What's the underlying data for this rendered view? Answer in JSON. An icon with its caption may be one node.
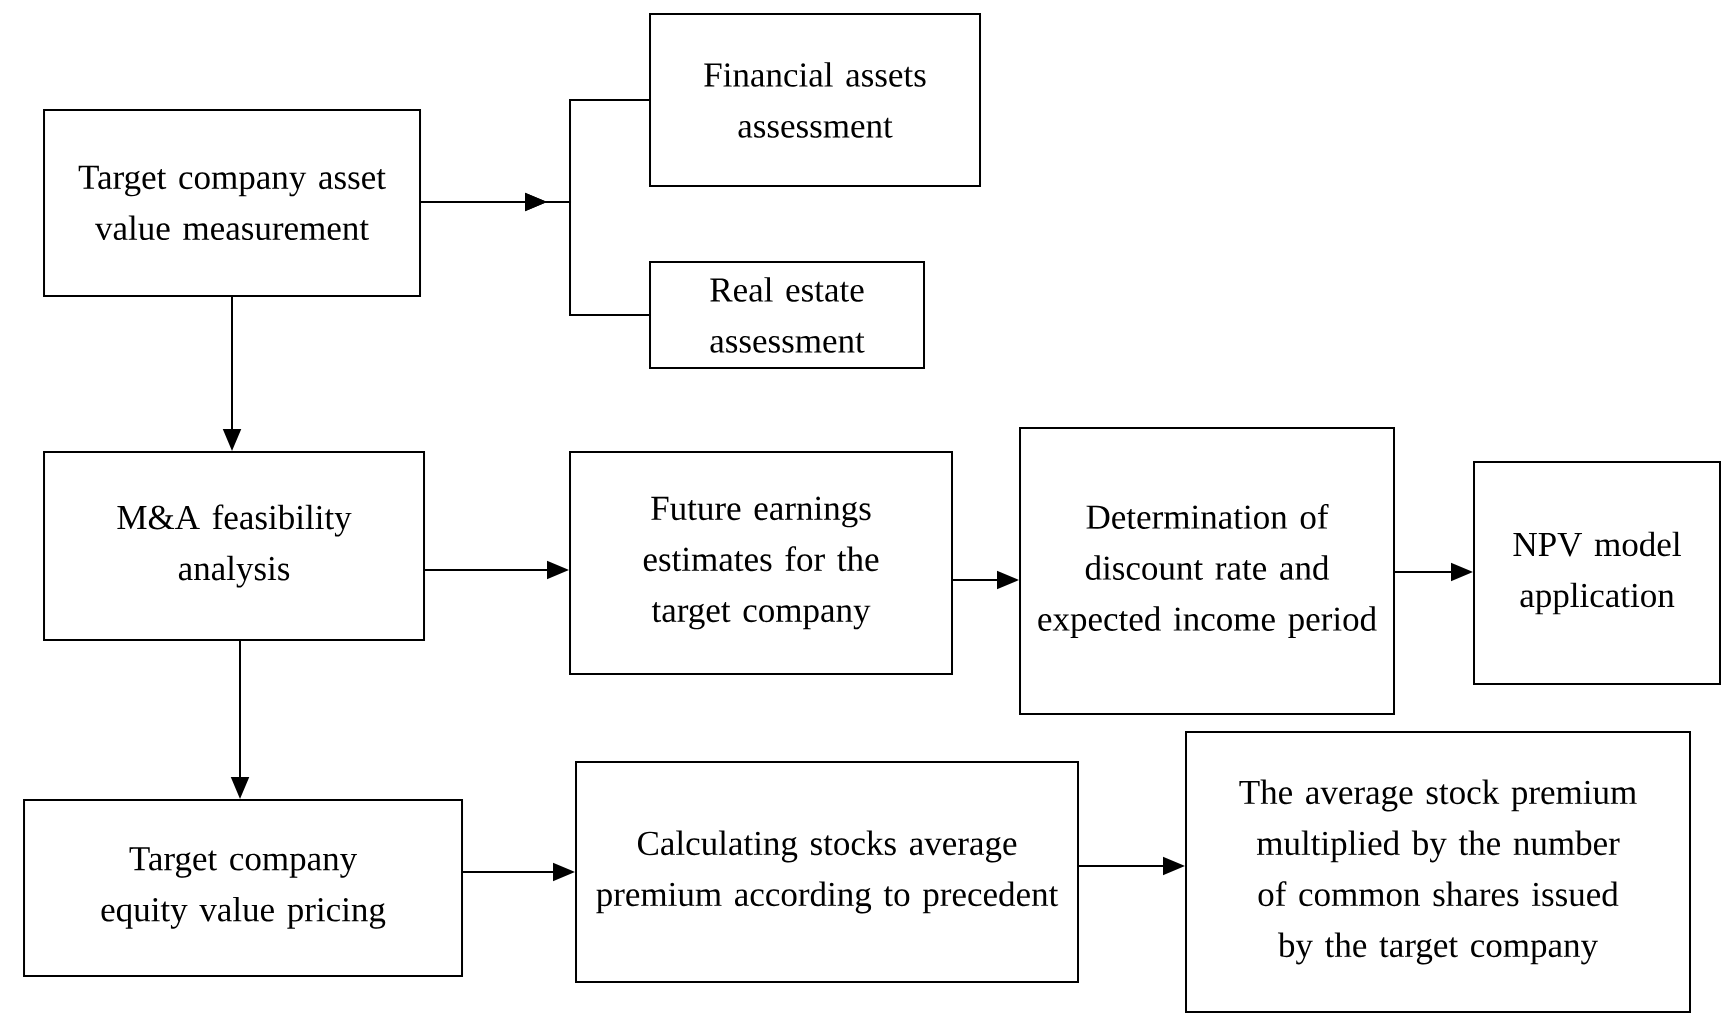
{
  "diagram": {
    "nodes": [
      {
        "text": [
          "Target company asset value measurement"
        ]
      },
      {
        "text": [
          "Financial assets assessment"
        ]
      },
      {
        "text": [
          "Real estate assessment"
        ]
      },
      {
        "text": [
          "M&A feasibility analysis"
        ]
      },
      {
        "text": [
          "Future earnings estimates for the target company"
        ]
      },
      {
        "text": [
          "Determination of discount rate and expected income period"
        ]
      },
      {
        "text": [
          "NPV model application"
        ]
      },
      {
        "text": [
          "Target company equity value pricing"
        ]
      },
      {
        "text": [
          "Calculating stocks average premium according to precedent"
        ]
      },
      {
        "text": [
          "The average stock premium multiplied by the number of common shares issued by the target company"
        ]
      }
    ],
    "edges": [
      {
        "from": 0,
        "to": 1,
        "arrow": "to"
      },
      {
        "from": 0,
        "to": 2,
        "arrow": "to"
      },
      {
        "from": 0,
        "to": 3,
        "arrow": "to"
      },
      {
        "from": 3,
        "to": 4,
        "arrow": "to"
      },
      {
        "from": 4,
        "to": 5,
        "arrow": "to"
      },
      {
        "from": 5,
        "to": 6,
        "arrow": "to"
      },
      {
        "from": 3,
        "to": 7,
        "arrow": "to"
      },
      {
        "from": 7,
        "to": 8,
        "arrow": "to"
      },
      {
        "from": 8,
        "to": 9,
        "arrow": "to"
      }
    ]
  }
}
